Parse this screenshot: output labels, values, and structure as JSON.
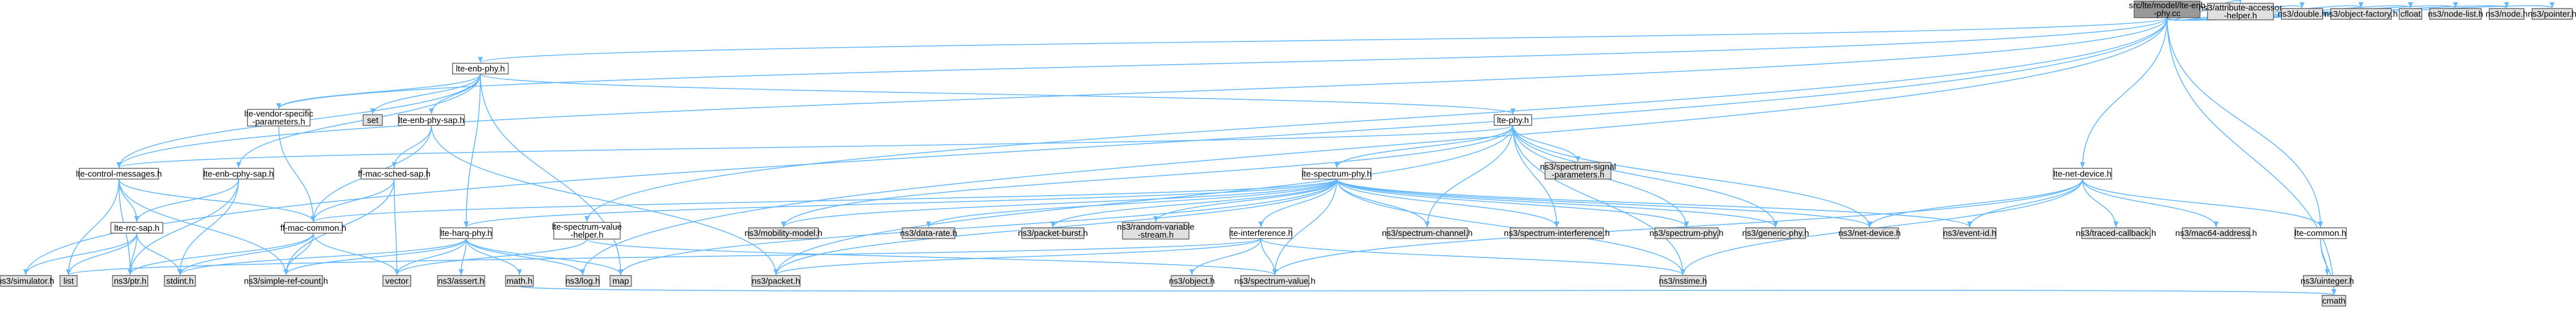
{
  "colors": {
    "root_fill": "#999999",
    "node_fill": "#ffffff",
    "external_fill": "#e0e0e0",
    "border": "#666666",
    "edge": "#63b8ff"
  },
  "nodes": [
    {
      "id": "root",
      "label": [
        "src/lte/model/lte-enb",
        "-phy.cc"
      ],
      "kind": "root"
    },
    {
      "id": "lte_enb_phy_h",
      "label": [
        "lte-enb-phy.h"
      ],
      "kind": "normal"
    },
    {
      "id": "attr_helper",
      "label": [
        "ns3/attribute-accessor",
        "-helper.h"
      ],
      "kind": "external"
    },
    {
      "id": "double_h",
      "label": [
        "ns3/double.h"
      ],
      "kind": "external"
    },
    {
      "id": "objfac_h",
      "label": [
        "ns3/object-factory.h"
      ],
      "kind": "external"
    },
    {
      "id": "cfloat",
      "label": [
        "cfloat"
      ],
      "kind": "external"
    },
    {
      "id": "nodelist_h",
      "label": [
        "ns3/node-list.h"
      ],
      "kind": "external"
    },
    {
      "id": "node_h",
      "label": [
        "ns3/node.h"
      ],
      "kind": "external"
    },
    {
      "id": "pointer_h",
      "label": [
        "ns3/pointer.h"
      ],
      "kind": "external"
    },
    {
      "id": "vendor_h",
      "label": [
        "lte-vendor-specific",
        "-parameters.h"
      ],
      "kind": "normal"
    },
    {
      "id": "set",
      "label": [
        "set"
      ],
      "kind": "external"
    },
    {
      "id": "enb_phy_sap",
      "label": [
        "lte-enb-phy-sap.h"
      ],
      "kind": "normal"
    },
    {
      "id": "lte_phy_h",
      "label": [
        "lte-phy.h"
      ],
      "kind": "normal"
    },
    {
      "id": "lte_ctrl_msgs",
      "label": [
        "lte-control-messages.h"
      ],
      "kind": "normal"
    },
    {
      "id": "enb_cphy_sap",
      "label": [
        "lte-enb-cphy-sap.h"
      ],
      "kind": "normal"
    },
    {
      "id": "ffmac_sched",
      "label": [
        "ff-mac-sched-sap.h"
      ],
      "kind": "normal"
    },
    {
      "id": "lte_spec_phy",
      "label": [
        "lte-spectrum-phy.h"
      ],
      "kind": "normal"
    },
    {
      "id": "ss_params",
      "label": [
        "ns3/spectrum-signal",
        "-parameters.h"
      ],
      "kind": "external"
    },
    {
      "id": "lte_net_dev",
      "label": [
        "lte-net-device.h"
      ],
      "kind": "normal"
    },
    {
      "id": "lte_rrc_sap",
      "label": [
        "lte-rrc-sap.h"
      ],
      "kind": "normal"
    },
    {
      "id": "ffmac_common",
      "label": [
        "ff-mac-common.h"
      ],
      "kind": "normal"
    },
    {
      "id": "lte_harq",
      "label": [
        "lte-harq-phy.h"
      ],
      "kind": "normal"
    },
    {
      "id": "spec_val_helper",
      "label": [
        "lte-spectrum-value",
        "-helper.h"
      ],
      "kind": "normal"
    },
    {
      "id": "mobility",
      "label": [
        "ns3/mobility-model.h"
      ],
      "kind": "external"
    },
    {
      "id": "datarate",
      "label": [
        "ns3/data-rate.h"
      ],
      "kind": "external"
    },
    {
      "id": "packet_burst",
      "label": [
        "ns3/packet-burst.h"
      ],
      "kind": "external"
    },
    {
      "id": "rv_stream",
      "label": [
        "ns3/random-variable",
        "-stream.h"
      ],
      "kind": "external"
    },
    {
      "id": "lte_interf",
      "label": [
        "lte-interference.h"
      ],
      "kind": "normal"
    },
    {
      "id": "spec_channel",
      "label": [
        "ns3/spectrum-channel.h"
      ],
      "kind": "external"
    },
    {
      "id": "spec_interf",
      "label": [
        "ns3/spectrum-interference.h"
      ],
      "kind": "external"
    },
    {
      "id": "spec_phy",
      "label": [
        "ns3/spectrum-phy.h"
      ],
      "kind": "external"
    },
    {
      "id": "generic_phy",
      "label": [
        "ns3/generic-phy.h"
      ],
      "kind": "external"
    },
    {
      "id": "net_device",
      "label": [
        "ns3/net-device.h"
      ],
      "kind": "external"
    },
    {
      "id": "event_id",
      "label": [
        "ns3/event-id.h"
      ],
      "kind": "external"
    },
    {
      "id": "traced_cb",
      "label": [
        "ns3/traced-callback.h"
      ],
      "kind": "external"
    },
    {
      "id": "mac64",
      "label": [
        "ns3/mac64-address.h"
      ],
      "kind": "external"
    },
    {
      "id": "lte_common",
      "label": [
        "lte-common.h"
      ],
      "kind": "normal"
    },
    {
      "id": "simulator",
      "label": [
        "ns3/simulator.h"
      ],
      "kind": "external"
    },
    {
      "id": "list",
      "label": [
        "list"
      ],
      "kind": "external"
    },
    {
      "id": "ptr",
      "label": [
        "ns3/ptr.h"
      ],
      "kind": "external"
    },
    {
      "id": "stdint",
      "label": [
        "stdint.h"
      ],
      "kind": "external"
    },
    {
      "id": "simple_ref",
      "label": [
        "ns3/simple-ref-count.h"
      ],
      "kind": "external"
    },
    {
      "id": "vector",
      "label": [
        "vector"
      ],
      "kind": "external"
    },
    {
      "id": "assert",
      "label": [
        "ns3/assert.h"
      ],
      "kind": "external"
    },
    {
      "id": "math_h",
      "label": [
        "math.h"
      ],
      "kind": "external"
    },
    {
      "id": "log_h",
      "label": [
        "ns3/log.h"
      ],
      "kind": "external"
    },
    {
      "id": "map",
      "label": [
        "map"
      ],
      "kind": "external"
    },
    {
      "id": "packet_h",
      "label": [
        "ns3/packet.h"
      ],
      "kind": "external"
    },
    {
      "id": "object_h",
      "label": [
        "ns3/object.h"
      ],
      "kind": "external"
    },
    {
      "id": "spec_value",
      "label": [
        "ns3/spectrum-value.h"
      ],
      "kind": "external"
    },
    {
      "id": "nstime",
      "label": [
        "ns3/nstime.h"
      ],
      "kind": "external"
    },
    {
      "id": "uinteger",
      "label": [
        "ns3/uinteger.h"
      ],
      "kind": "external"
    },
    {
      "id": "cmath",
      "label": [
        "cmath"
      ],
      "kind": "external"
    }
  ],
  "edges": [
    [
      "root",
      "lte_enb_phy_h"
    ],
    [
      "root",
      "attr_helper"
    ],
    [
      "root",
      "double_h"
    ],
    [
      "root",
      "objfac_h"
    ],
    [
      "root",
      "cfloat"
    ],
    [
      "root",
      "nodelist_h"
    ],
    [
      "root",
      "node_h"
    ],
    [
      "root",
      "pointer_h"
    ],
    [
      "root",
      "lte_ctrl_msgs"
    ],
    [
      "root",
      "vendor_h"
    ],
    [
      "root",
      "lte_net_dev"
    ],
    [
      "root",
      "spec_val_helper"
    ],
    [
      "root",
      "lte_common"
    ],
    [
      "root",
      "cmath"
    ],
    [
      "root",
      "simulator"
    ],
    [
      "root",
      "log_h"
    ],
    [
      "lte_enb_phy_h",
      "lte_ctrl_msgs"
    ],
    [
      "lte_enb_phy_h",
      "vendor_h"
    ],
    [
      "lte_enb_phy_h",
      "set"
    ],
    [
      "lte_enb_phy_h",
      "enb_phy_sap"
    ],
    [
      "lte_enb_phy_h",
      "lte_phy_h"
    ],
    [
      "lte_enb_phy_h",
      "enb_cphy_sap"
    ],
    [
      "lte_enb_phy_h",
      "lte_harq"
    ],
    [
      "lte_enb_phy_h",
      "map"
    ],
    [
      "vendor_h",
      "ffmac_common"
    ],
    [
      "enb_phy_sap",
      "ffmac_sched"
    ],
    [
      "enb_phy_sap",
      "ffmac_common"
    ],
    [
      "enb_phy_sap",
      "packet_h"
    ],
    [
      "ffmac_sched",
      "ffmac_common"
    ],
    [
      "ffmac_sched",
      "vector"
    ],
    [
      "ffmac_sched",
      "simple_ref"
    ],
    [
      "lte_phy_h",
      "lte_spec_phy"
    ],
    [
      "lte_phy_h",
      "ss_params"
    ],
    [
      "lte_phy_h",
      "mobility"
    ],
    [
      "lte_phy_h",
      "spec_channel"
    ],
    [
      "lte_phy_h",
      "spec_interf"
    ],
    [
      "lte_phy_h",
      "spec_phy"
    ],
    [
      "lte_phy_h",
      "generic_phy"
    ],
    [
      "lte_phy_h",
      "net_device"
    ],
    [
      "lte_phy_h",
      "nstime"
    ],
    [
      "lte_phy_h",
      "packet_h"
    ],
    [
      "lte_phy_h",
      "lte_ctrl_msgs"
    ],
    [
      "lte_spec_phy",
      "ffmac_common"
    ],
    [
      "lte_spec_phy",
      "lte_harq"
    ],
    [
      "lte_spec_phy",
      "mobility"
    ],
    [
      "lte_spec_phy",
      "datarate"
    ],
    [
      "lte_spec_phy",
      "packet_burst"
    ],
    [
      "lte_spec_phy",
      "rv_stream"
    ],
    [
      "lte_spec_phy",
      "lte_interf"
    ],
    [
      "lte_spec_phy",
      "spec_channel"
    ],
    [
      "lte_spec_phy",
      "spec_interf"
    ],
    [
      "lte_spec_phy",
      "spec_phy"
    ],
    [
      "lte_spec_phy",
      "generic_phy"
    ],
    [
      "lte_spec_phy",
      "net_device"
    ],
    [
      "lte_spec_phy",
      "event_id"
    ],
    [
      "lte_spec_phy",
      "nstime"
    ],
    [
      "lte_spec_phy",
      "map"
    ],
    [
      "lte_spec_phy",
      "packet_h"
    ],
    [
      "lte_spec_phy",
      "spec_value"
    ],
    [
      "lte_interf",
      "object_h"
    ],
    [
      "lte_interf",
      "packet_h"
    ],
    [
      "lte_interf",
      "spec_value"
    ],
    [
      "lte_interf",
      "nstime"
    ],
    [
      "lte_interf",
      "list"
    ],
    [
      "lte_ctrl_msgs",
      "ffmac_common"
    ],
    [
      "lte_ctrl_msgs",
      "lte_rrc_sap"
    ],
    [
      "lte_ctrl_msgs",
      "list"
    ],
    [
      "lte_ctrl_msgs",
      "ptr"
    ],
    [
      "lte_ctrl_msgs",
      "simple_ref"
    ],
    [
      "enb_cphy_sap",
      "lte_rrc_sap"
    ],
    [
      "enb_cphy_sap",
      "ptr"
    ],
    [
      "enb_cphy_sap",
      "stdint"
    ],
    [
      "lte_rrc_sap",
      "simulator"
    ],
    [
      "lte_rrc_sap",
      "list"
    ],
    [
      "lte_rrc_sap",
      "ptr"
    ],
    [
      "lte_rrc_sap",
      "stdint"
    ],
    [
      "ffmac_common",
      "vector"
    ],
    [
      "ffmac_common",
      "ptr"
    ],
    [
      "ffmac_common",
      "stdint"
    ],
    [
      "ffmac_common",
      "simple_ref"
    ],
    [
      "lte_harq",
      "vector"
    ],
    [
      "lte_harq",
      "assert"
    ],
    [
      "lte_harq",
      "math_h"
    ],
    [
      "lte_harq",
      "log_h"
    ],
    [
      "lte_harq",
      "map"
    ],
    [
      "lte_harq",
      "simple_ref"
    ],
    [
      "lte_harq",
      "stdint"
    ],
    [
      "spec_val_helper",
      "spec_value"
    ],
    [
      "spec_val_helper",
      "vector"
    ],
    [
      "lte_net_dev",
      "traced_cb"
    ],
    [
      "lte_net_dev",
      "mac64"
    ],
    [
      "lte_net_dev",
      "event_id"
    ],
    [
      "lte_net_dev",
      "net_device"
    ],
    [
      "lte_net_dev",
      "nstime"
    ],
    [
      "lte_net_dev",
      "spec_value"
    ],
    [
      "lte_net_dev",
      "lte_common"
    ],
    [
      "lte_common",
      "uinteger"
    ],
    [
      "lte_common",
      "cmath"
    ],
    [
      "math_h",
      "cmath"
    ]
  ]
}
